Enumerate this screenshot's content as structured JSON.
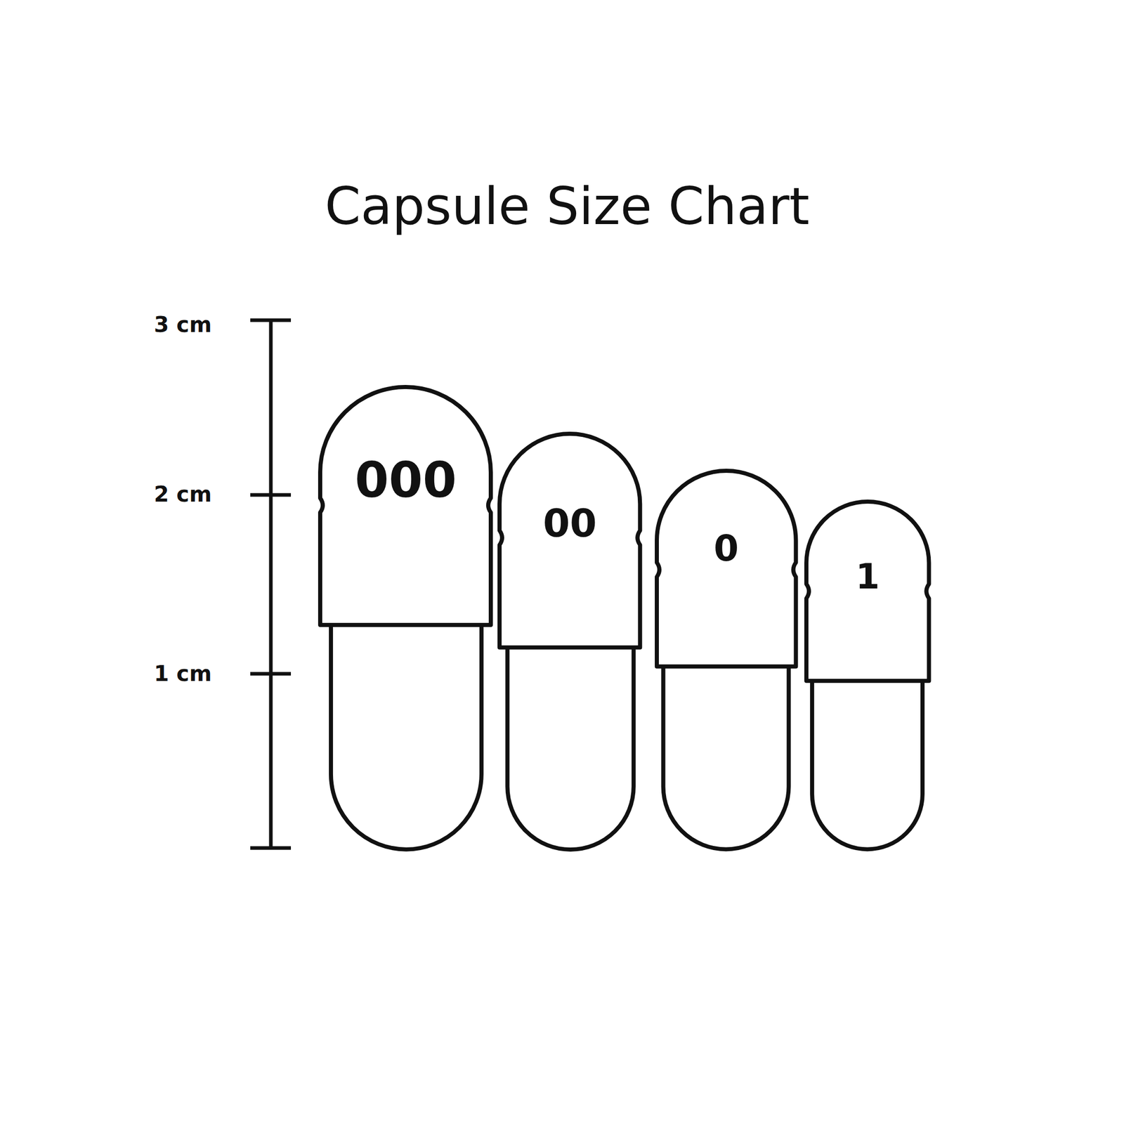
{
  "diagram": {
    "title": "Capsule Size Chart",
    "nodes": [
      {
        "text": [
          "000"
        ]
      },
      {
        "text": [
          "00"
        ]
      },
      {
        "text": [
          "0"
        ]
      },
      {
        "text": [
          "1"
        ]
      }
    ],
    "labels": [
      "3 cm",
      "2 cm",
      "1 cm"
    ]
  }
}
